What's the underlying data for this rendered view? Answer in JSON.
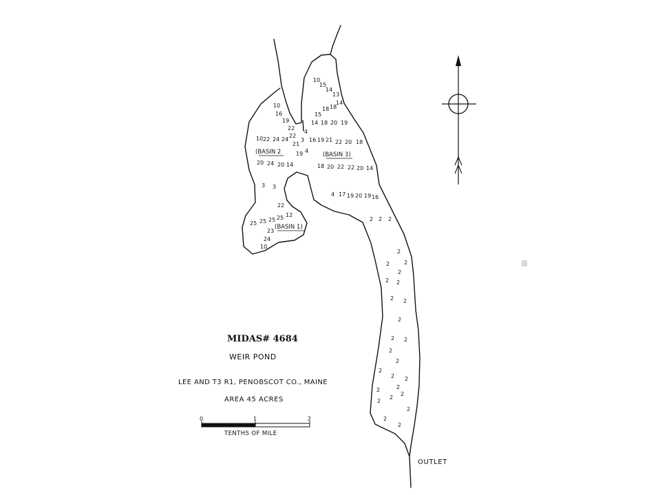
{
  "map": {
    "title": "MIDAS# 4684",
    "pond_name": "WEIR POND",
    "location": "LEE AND T3 R1, PENOBSCOT CO., MAINE",
    "area": "AREA 45 ACRES",
    "outlet_label": "OUTLET",
    "basins": [
      "(BASIN 1)",
      "(BASIN 2",
      "(BASIN 3)"
    ],
    "scale_bar": {
      "ticks": [
        "0",
        "1",
        "2"
      ],
      "unit_label": "TENTHS OF MILE"
    },
    "compass_icon": "north-arrow-compass-icon",
    "depth_soundings": [
      "10",
      "16",
      "19",
      "22",
      "10",
      "22",
      "24",
      "24",
      "22",
      "21",
      "4",
      "3",
      "16",
      "19",
      "21",
      "22",
      "20",
      "18",
      "20",
      "24",
      "20",
      "14",
      "19",
      "4",
      "18",
      "20",
      "22",
      "22",
      "20",
      "14",
      "3",
      "3",
      "22",
      "25",
      "25",
      "25",
      "25",
      "12",
      "23",
      "24",
      "10",
      "10",
      "15",
      "14",
      "13",
      "14",
      "18",
      "18",
      "15",
      "14",
      "18",
      "20",
      "19",
      "4",
      "17",
      "19",
      "20",
      "19",
      "16",
      "2",
      "2",
      "2",
      "2",
      "2",
      "2",
      "2",
      "2",
      "2",
      "2",
      "2",
      "2",
      "2",
      "2",
      "2",
      "2",
      "2",
      "2",
      "2",
      "2",
      "2",
      "2",
      "2",
      "2",
      "2",
      "2",
      "2"
    ]
  }
}
